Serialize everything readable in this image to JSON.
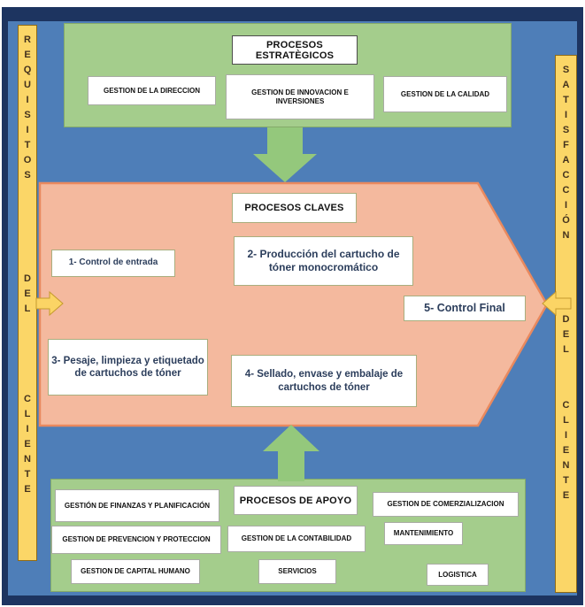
{
  "bars": {
    "left": [
      "REQUISITOS",
      "DEL",
      "CLIENTE"
    ],
    "right": [
      "SATISFACCIÓN",
      "DEL",
      "CLIENTE"
    ]
  },
  "strategic": {
    "title": "PROCESOS ESTRATÈGICOS",
    "items": [
      "GESTION DE LA DIRECCION",
      "GESTION DE INNOVACION E INVERSIONES",
      "GESTION DE LA CALIDAD"
    ]
  },
  "key": {
    "title": "PROCESOS CLAVES",
    "items": [
      "1- Control de entrada",
      "2- Producción del cartucho de tóner monocromático",
      "3- Pesaje, limpieza y etiquetado de cartuchos de tóner",
      "4- Sellado, envase y embalaje de cartuchos de tóner",
      "5- Control Final"
    ]
  },
  "support": {
    "title": "PROCESOS DE APOYO",
    "items": [
      "GESTIÓN DE FINANZAS Y PLANIFICACIÓN",
      "GESTION DE PREVENCION Y PROTECCION",
      "GESTION DE CAPITAL HUMANO",
      "GESTION DE LA CONTABILIDAD",
      "SERVICIOS",
      "GESTION DE COMERZIALIZACION",
      "MANTENIMIENTO",
      "LOGISTICA"
    ]
  },
  "colors": {
    "background_blue": "#4e7eb8",
    "frame_navy": "#1d3460",
    "green_panel": "#a4cd8c",
    "green_arrow": "#94c87c",
    "orange_fill": "#f4b99e",
    "orange_border": "#e9895e",
    "yellow_bar": "#fbd667",
    "yellow_arrow": "#fbd465",
    "white_box": "#ffffff",
    "key_text_color": "#2c3e5c"
  }
}
